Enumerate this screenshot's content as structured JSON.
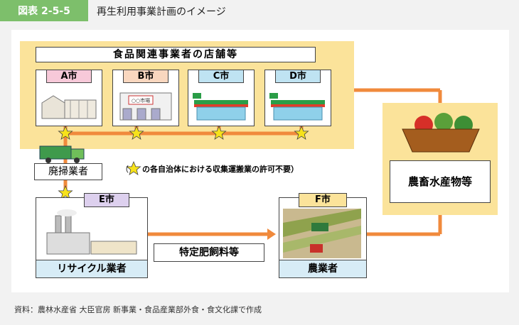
{
  "header": {
    "badge": "図表 2-5-5",
    "title": "再生利用事業計画のイメージ"
  },
  "shops": {
    "title": "食品関連事業者の店舗等",
    "cards": [
      {
        "label": "A市",
        "color": "#f7c9d9"
      },
      {
        "label": "B市",
        "color": "#f9d7bf"
      },
      {
        "label": "C市",
        "color": "#bfe3f2"
      },
      {
        "label": "D市",
        "color": "#bfe3f2"
      }
    ],
    "city_sign": "○○市場"
  },
  "truck": {
    "label": "廃掃業者"
  },
  "note": {
    "prefix": "（",
    "text": "の各自治体における収集運搬業の許可不要）"
  },
  "recycler": {
    "city": "E市",
    "city_color": "#ddd0ee",
    "label": "リサイクル業者"
  },
  "farmer": {
    "city": "F市",
    "city_color": "#fbe39a",
    "label": "農業者"
  },
  "product": {
    "label": "特定肥飼料等"
  },
  "produce": {
    "label": "農畜水産物等"
  },
  "source": "資料：農林水産省 大臣官房 新事業・食品産業部外食・食文化課で作成",
  "colors": {
    "arrow": "#f08a3c",
    "yellow_area": "#fbe39a",
    "badge": "#7dbf6b",
    "label_blue": "#d7ecf6"
  }
}
